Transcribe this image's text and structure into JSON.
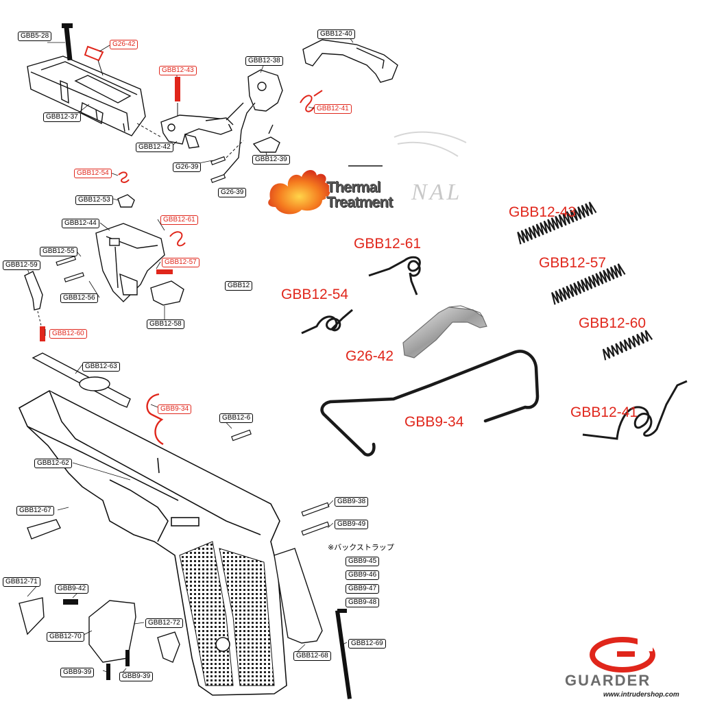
{
  "left_diagram_labels": [
    {
      "id": "gbb5-28",
      "text": "GBB5-28",
      "red": false
    },
    {
      "id": "g26-42",
      "text": "G26-42",
      "red": true
    },
    {
      "id": "gbb12-40",
      "text": "GBB12-40",
      "red": false
    },
    {
      "id": "gbb12-38",
      "text": "GBB12-38",
      "red": false
    },
    {
      "id": "gbb12-43",
      "text": "GBB12-43",
      "red": true
    },
    {
      "id": "gbb12-41",
      "text": "GBB12-41",
      "red": true
    },
    {
      "id": "gbb12-37",
      "text": "GBB12-37",
      "red": false
    },
    {
      "id": "gbb12-42",
      "text": "GBB12-42",
      "red": false
    },
    {
      "id": "g26-39-a",
      "text": "G26-39",
      "red": false
    },
    {
      "id": "gbb12-39",
      "text": "GBB12-39",
      "red": false
    },
    {
      "id": "g26-39-b",
      "text": "G26-39",
      "red": false
    },
    {
      "id": "gbb12-54",
      "text": "GBB12-54",
      "red": true
    },
    {
      "id": "gbb12-53",
      "text": "GBB12-53",
      "red": false
    },
    {
      "id": "gbb12-44",
      "text": "GBB12-44",
      "red": false
    },
    {
      "id": "gbb12-61",
      "text": "GBB12-61",
      "red": true
    },
    {
      "id": "gbb12-55",
      "text": "GBB12-55",
      "red": false
    },
    {
      "id": "gbb12-59",
      "text": "GBB12-59",
      "red": false
    },
    {
      "id": "gbb12-57",
      "text": "GBB12-57",
      "red": true
    },
    {
      "id": "gbb12-trunc",
      "text": "GBB12",
      "red": false
    },
    {
      "id": "gbb12-56",
      "text": "GBB12-56",
      "red": false
    },
    {
      "id": "gbb12-58",
      "text": "GBB12-58",
      "red": false
    },
    {
      "id": "gbb12-60",
      "text": "GBB12-60",
      "red": true
    },
    {
      "id": "gbb12-63",
      "text": "GBB12-63",
      "red": false
    },
    {
      "id": "gbb9-34",
      "text": "GBB9-34",
      "red": true
    },
    {
      "id": "gbb12-6x",
      "text": "GBB12-6",
      "red": false
    },
    {
      "id": "gbb12-62",
      "text": "GBB12-62",
      "red": false
    },
    {
      "id": "gbb9-38",
      "text": "GBB9-38",
      "red": false
    },
    {
      "id": "gbb12-67",
      "text": "GBB12-67",
      "red": false
    },
    {
      "id": "gbb9-49",
      "text": "GBB9-49",
      "red": false
    },
    {
      "id": "gbb9-45",
      "text": "GBB9-45",
      "red": false
    },
    {
      "id": "gbb9-46",
      "text": "GBB9-46",
      "red": false
    },
    {
      "id": "gbb9-47",
      "text": "GBB9-47",
      "red": false
    },
    {
      "id": "gbb9-48",
      "text": "GBB9-48",
      "red": false
    },
    {
      "id": "gbb12-71",
      "text": "GBB12-71",
      "red": false
    },
    {
      "id": "gbb9-42",
      "text": "GBB9-42",
      "red": false
    },
    {
      "id": "gbb12-72",
      "text": "GBB12-72",
      "red": false
    },
    {
      "id": "gbb12-70",
      "text": "GBB12-70",
      "red": false
    },
    {
      "id": "gbb12-69",
      "text": "GBB12-69",
      "red": false
    },
    {
      "id": "gbb12-68",
      "text": "GBB12-68",
      "red": false
    },
    {
      "id": "gbb9-39-a",
      "text": "GBB9-39",
      "red": false
    },
    {
      "id": "gbb9-39-b",
      "text": "GBB9-39",
      "red": false
    }
  ],
  "backstrap_note": "※バックストラップ",
  "photo_labels": [
    {
      "id": "p-gbb12-43",
      "text": "GBB12-43"
    },
    {
      "id": "p-gbb12-61",
      "text": "GBB12-61"
    },
    {
      "id": "p-gbb12-57",
      "text": "GBB12-57"
    },
    {
      "id": "p-gbb12-54",
      "text": "GBB12-54"
    },
    {
      "id": "p-gbb12-60",
      "text": "GBB12-60"
    },
    {
      "id": "p-g26-42",
      "text": "G26-42"
    },
    {
      "id": "p-gbb9-34",
      "text": "GBB9-34"
    },
    {
      "id": "p-gbb12-41",
      "text": "GBB12-41"
    }
  ],
  "badge": {
    "line1": "Thermal",
    "line2": "Treatment"
  },
  "watermark": "NAL",
  "brand": {
    "name": "GUARDER",
    "url": "www.intrudershop.com",
    "logo_color": "#e0261b"
  },
  "colors": {
    "accent_red": "#e0261b",
    "spring_black": "#1a1a1a"
  }
}
